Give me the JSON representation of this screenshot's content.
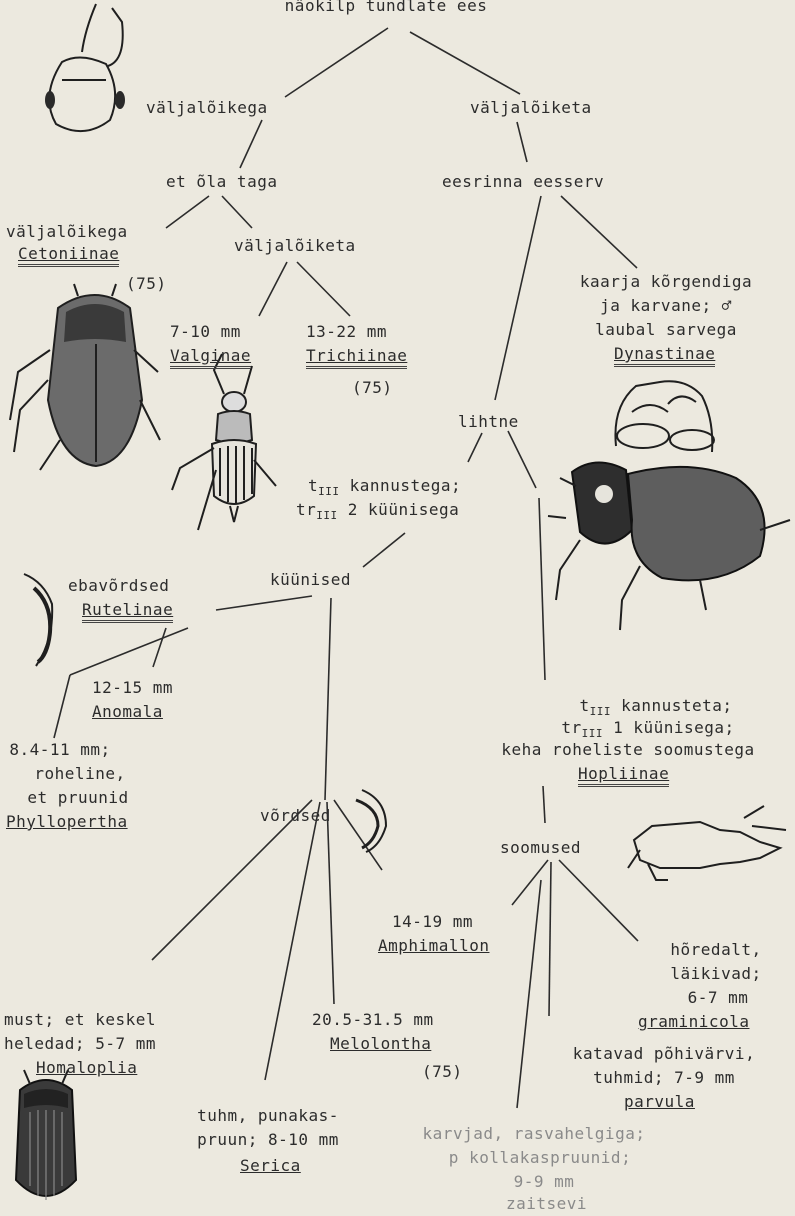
{
  "nodes": {
    "root": "näokilp tundlate ees",
    "a_yes": "väljalõikega",
    "a_no": "väljalõiketa",
    "behind": "et õla taga",
    "behind_yes": "väljalõikega",
    "behind_no": "väljalõiketa",
    "clypeus": "eesrinna eesserv",
    "lihtne": "lihtne",
    "t3_spurs_a": "kannustega;",
    "t3_claws_a": "2 küünisega",
    "claws": "küünised",
    "unequal": "ebavõrdsed",
    "equal": "võrdsed",
    "t3_spurs_b": "kannusteta;",
    "t3_claws_b": "1 küünisega;",
    "t3_body": "keha roheliste soomustega",
    "scales": "soomused",
    "dyn_desc1": "kaarja kõrgendiga",
    "dyn_desc2": "ja karvane; ♂",
    "dyn_desc3": "laubal sarvega"
  },
  "subscripts": {
    "t": "t",
    "tr": "tr",
    "III": "III"
  },
  "taxa": {
    "cetoniinae": {
      "name": "Cetoniinae",
      "ref": "(75)"
    },
    "valginae": {
      "size": "7-10 mm",
      "name": "Valginae"
    },
    "trichiinae": {
      "size": "13-22 mm",
      "name": "Trichiinae",
      "ref": "(75)"
    },
    "dynastinae": {
      "name": "Dynastinae"
    },
    "rutelinae": {
      "name": "Rutelinae"
    },
    "anomala": {
      "size": "12-15 mm",
      "name": "Anomala"
    },
    "phyllopertha": {
      "desc1": "8.4-11 mm;",
      "desc2": "roheline,",
      "desc3": "et pruunid",
      "name": "Phyllopertha"
    },
    "hopliinae": {
      "name": "Hopliinae"
    },
    "amphimallon": {
      "size": "14-19 mm",
      "name": "Amphimallon"
    },
    "graminicola": {
      "desc1": "hõredalt,",
      "desc2": "läikivad;",
      "desc3": "6-7 mm",
      "name": "graminicola"
    },
    "homaloplia": {
      "desc1": "must; et keskel",
      "desc2": "heledad; 5-7 mm",
      "name": "Homaloplia"
    },
    "melolontha": {
      "size": "20.5-31.5 mm",
      "name": "Melolontha",
      "ref": "(75)"
    },
    "parvula": {
      "desc1": "katavad põhivärvi,",
      "desc2": "tuhmid; 7-9 mm",
      "name": "parvula"
    },
    "serica": {
      "desc1": "tuhm, punakas-",
      "desc2": "pruun; 8-10 mm",
      "name": "Serica"
    },
    "zaitsevi": {
      "desc1": "karvjad, rasvahelgiga;",
      "desc2": "p kollakaspruunid;",
      "desc3": "9-9 mm",
      "name": "zaitsevi"
    }
  },
  "icons": [
    "head-icon",
    "cetoniinae-beetle-icon",
    "valginae-beetle-icon",
    "dynastinae-head-icon",
    "dynastinae-beetle-icon",
    "claw-unequal-icon",
    "claw-equal-icon",
    "leg-tarsus-icon",
    "homaloplia-beetle-icon"
  ]
}
